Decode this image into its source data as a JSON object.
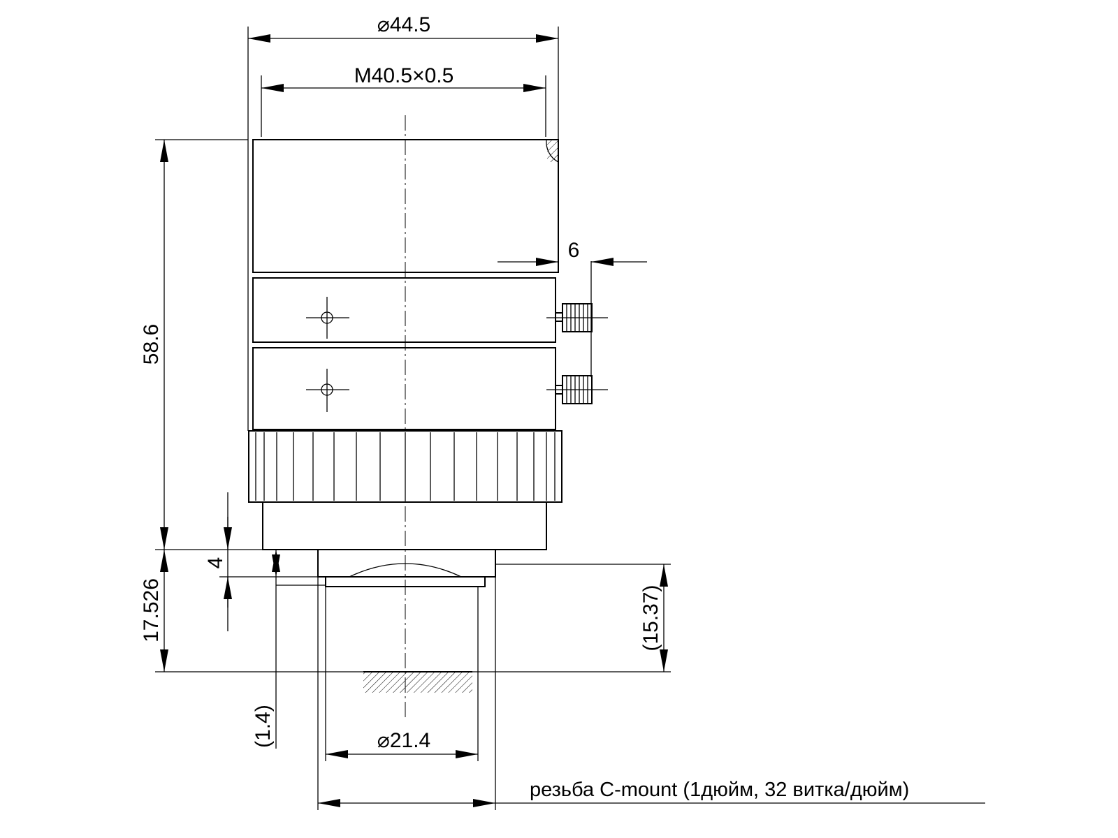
{
  "dimensions": {
    "outer_diameter": "⌀44.5",
    "filter_thread": "M40.5×0.5",
    "screw_offset": "6",
    "total_length": "58.6",
    "flange_distance": "17.526",
    "thread_depth": "4",
    "back_focus": "(15.37)",
    "clearance": "(1.4)",
    "rear_diameter": "⌀21.4"
  },
  "thread_note": "резьба C-mount (1дюйм, 32 витка/дюйм)"
}
